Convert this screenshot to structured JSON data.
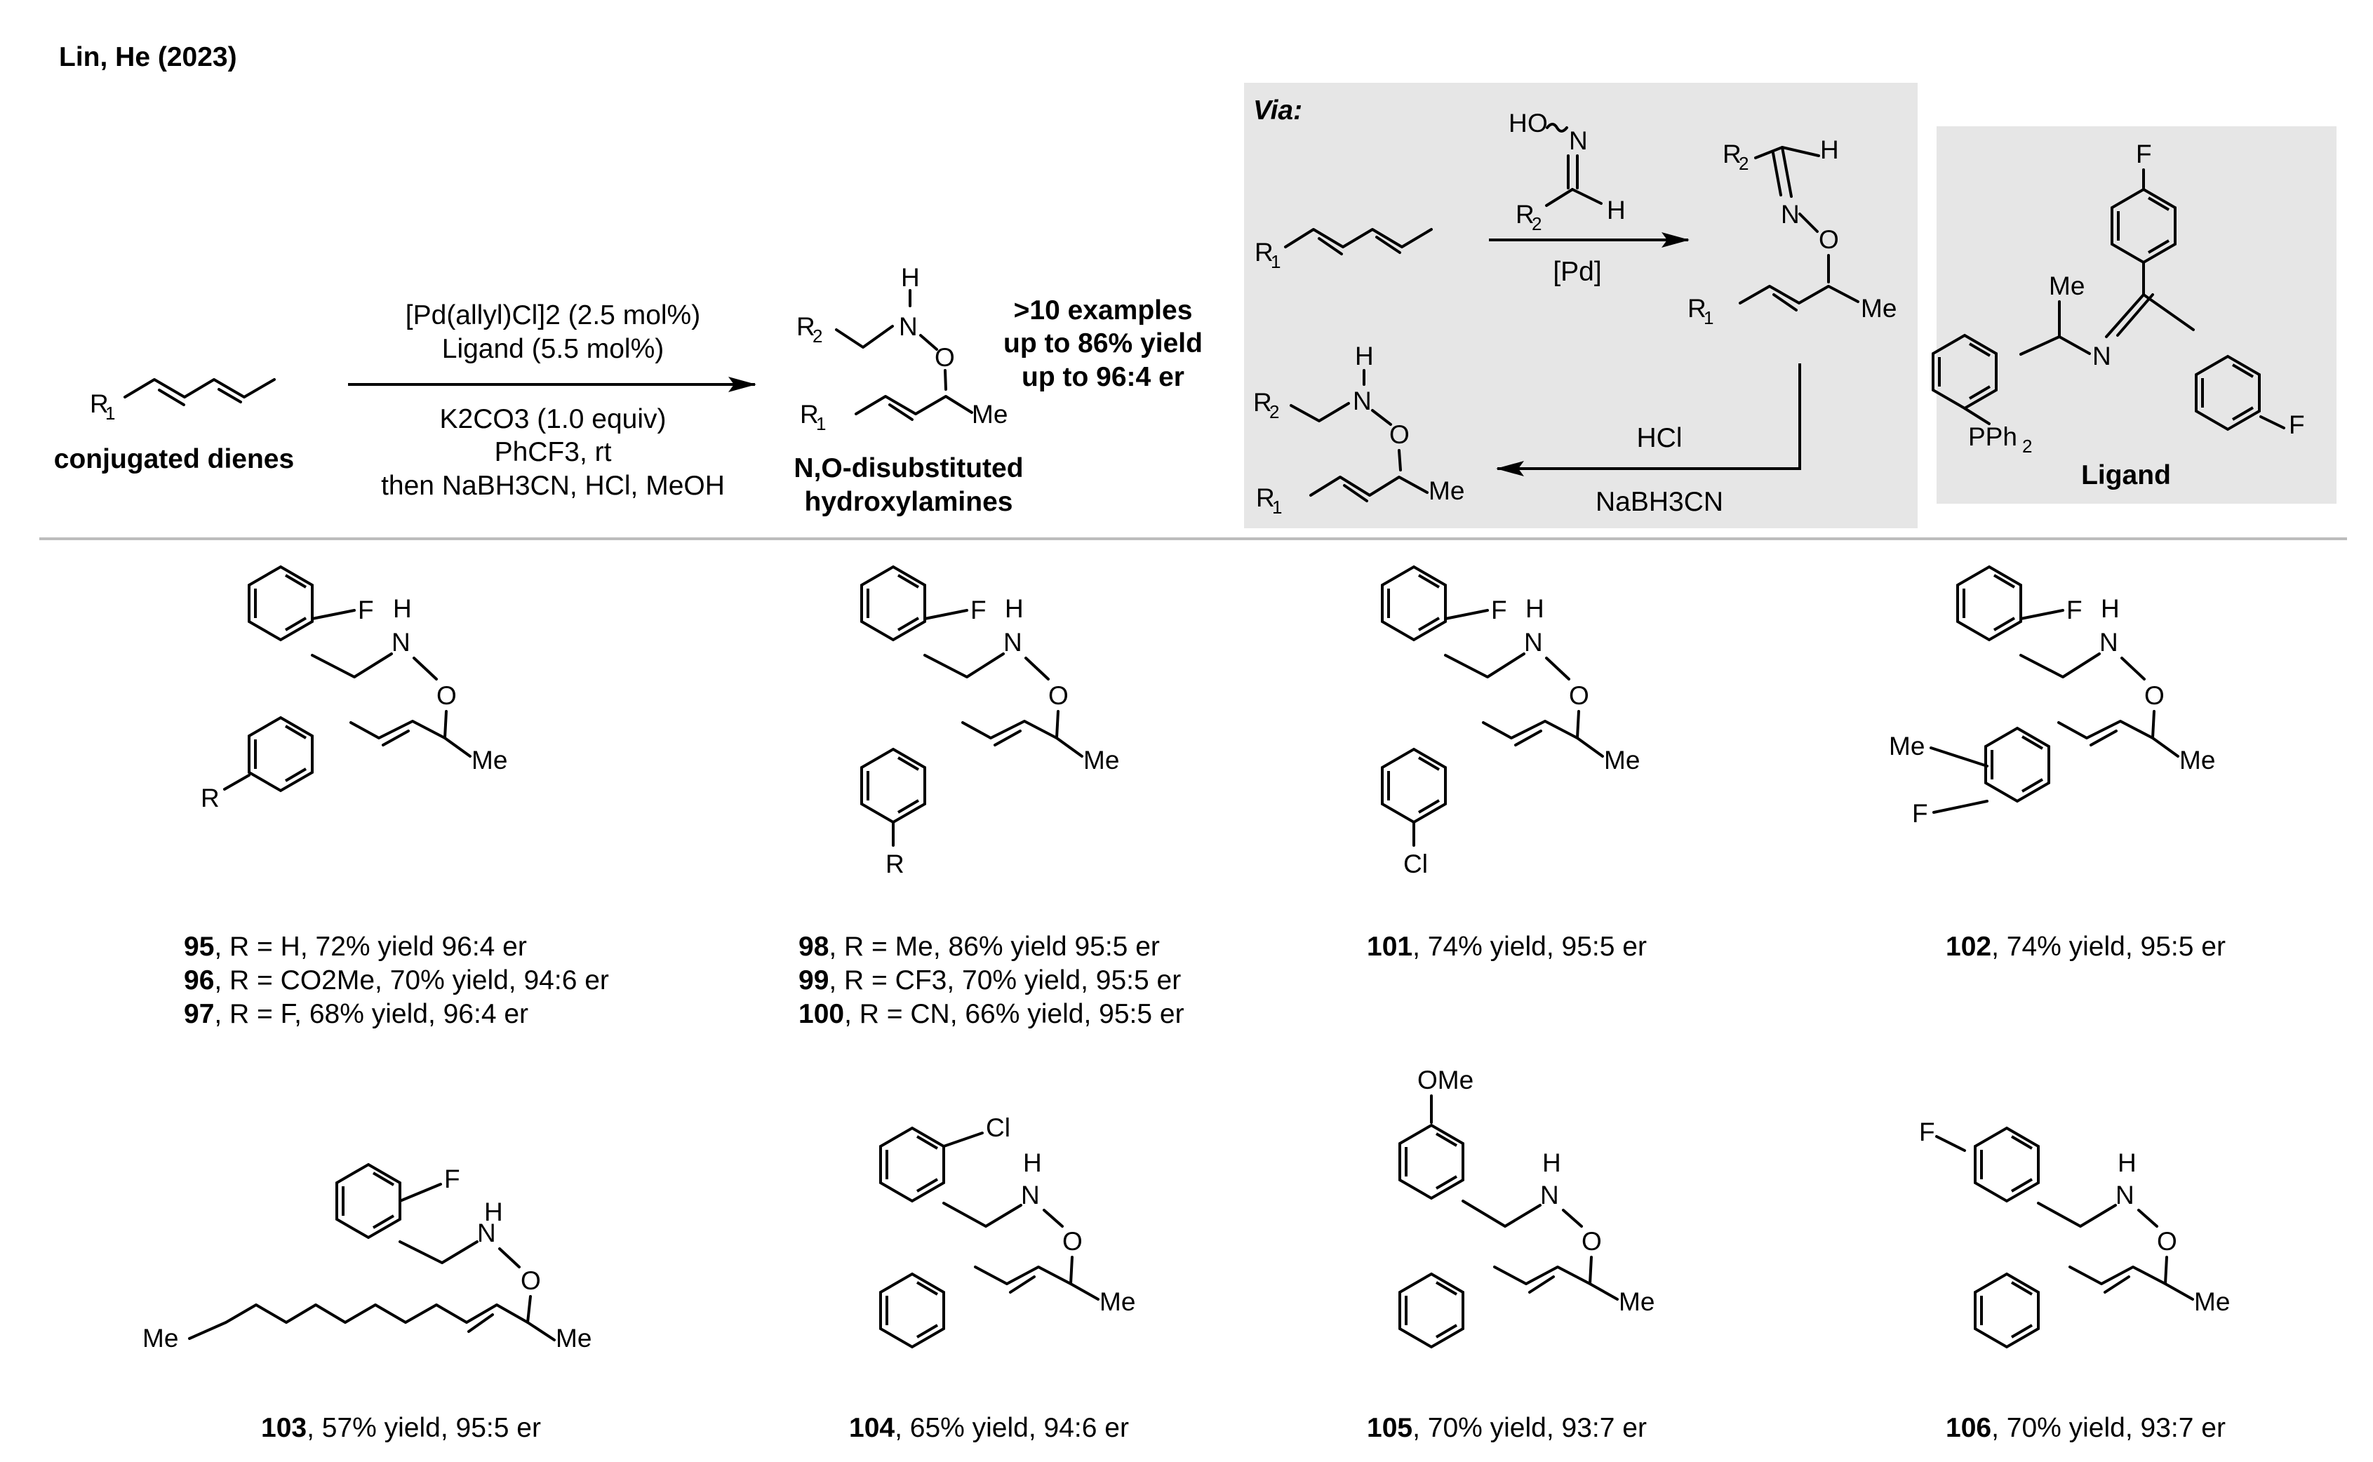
{
  "header": {
    "title": "Lin, He (2023)"
  },
  "scheme": {
    "substrate_label": "conjugated dienes",
    "conditions_above": [
      "[Pd(allyl)Cl]2 (2.5 mol%)",
      "Ligand (5.5 mol%)"
    ],
    "conditions_below": [
      "K2CO3 (1.0 equiv)",
      "PhCF3, rt",
      "then NaBH3CN, HCl, MeOH"
    ],
    "product_label_1": "N,O-disubstituted",
    "product_label_2": "hydroxylamines",
    "stats": [
      ">10 examples",
      "up to 86% yield",
      "up to 96:4 er"
    ]
  },
  "via": {
    "title": "Via:",
    "step1_reagent": "[Pd]",
    "step2_reagent_top": "HCl",
    "step2_reagent_bottom": "NaBH3CN"
  },
  "ligand": {
    "label": "Ligand"
  },
  "atoms": {
    "F": "F",
    "Cl": "Cl",
    "Me": "Me",
    "O": "O",
    "N": "N",
    "H": "H",
    "R": "R",
    "R1": "R",
    "R2": "R",
    "OMe": "OMe",
    "PPh2": "PPh"
  },
  "examples": [
    {
      "id": "95",
      "text": ", R = H, 72% yield 96:4 er"
    },
    {
      "id": "96",
      "text": ", R = CO2Me, 70% yield, 94:6 er"
    },
    {
      "id": "97",
      "text": ", R = F, 68% yield, 96:4 er"
    },
    {
      "id": "98",
      "text": ", R = Me, 86% yield 95:5 er"
    },
    {
      "id": "99",
      "text": ", R = CF3, 70% yield, 95:5 er"
    },
    {
      "id": "100",
      "text": ", R = CN, 66% yield, 95:5 er"
    },
    {
      "id": "101",
      "text": ", 74% yield, 95:5 er"
    },
    {
      "id": "102",
      "text": ", 74% yield, 95:5 er"
    },
    {
      "id": "103",
      "text": ", 57% yield, 95:5 er"
    },
    {
      "id": "104",
      "text": ", 65% yield, 94:6 er"
    },
    {
      "id": "105",
      "text": ", 70% yield, 93:7 er"
    },
    {
      "id": "106",
      "text": ", 70% yield, 93:7 er"
    }
  ]
}
